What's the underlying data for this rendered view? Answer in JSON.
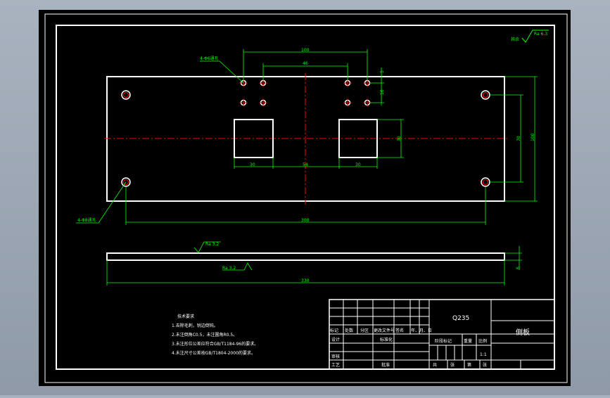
{
  "drawing": {
    "roughness_symbol": "Ra 6.3",
    "roughness_prefix": "其余",
    "roughness_top": "Ra 3.2",
    "roughness_bottom": "Ra 3.2",
    "labels": {
      "holes_top": "4-Φ6通孔",
      "holes_bottom": "4-Φ8通孔"
    },
    "dims": {
      "d100": "100",
      "d46": "46",
      "d5": "5",
      "d16": "16",
      "d30a": "30",
      "d54": "54",
      "d30b": "30",
      "d30v": "30",
      "d70": "70",
      "d100v": "100",
      "d300": "300",
      "d330": "330",
      "d6": "6"
    }
  },
  "notes": {
    "title": "技术要求",
    "items": [
      "1.去除毛刺，锐边倒钝。",
      "2.未注倒角C0.5，未注圆角R0.5。",
      "3.未注形位公差应符合GB/T1184-96的要求。",
      "4.未注尺寸公差按GB/T1804-2000的要求。"
    ]
  },
  "title_block": {
    "material": "Q235",
    "part_name": "侧板",
    "labels": {
      "mark": "标记",
      "count": "处数",
      "zone": "分区",
      "doc": "更改文件号",
      "sign": "签名",
      "date": "年、月、日",
      "design": "设计",
      "standard": "标准化",
      "review": "审核",
      "process": "工艺",
      "approve": "批准",
      "stage": "阶段标记",
      "weight": "重量",
      "scale": "比例",
      "scale_value": "1:1",
      "sheet_total": "共",
      "sheet_word": "张",
      "sheet_no": "第",
      "sheet_word2": "张"
    }
  }
}
